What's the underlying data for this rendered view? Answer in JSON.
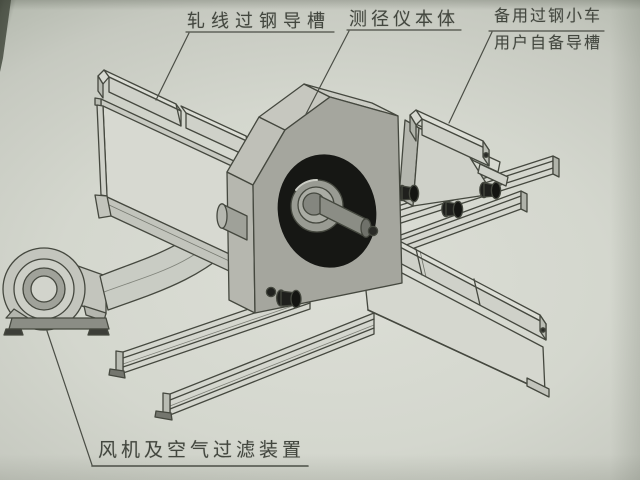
{
  "figure_labels": {
    "rolling_line_guide": "轧线过钢导槽",
    "gauge_body": "测径仪本体",
    "spare_trolley_line1": "备用过钢小车",
    "spare_trolley_line2": "用户自备导槽",
    "fan_filter": "风机及空气过滤装置"
  },
  "colors": {
    "paper": "#d4d7ce",
    "paper_edge": "#aab0a4",
    "corner_shadow": "#343a30",
    "ink": "#45483f",
    "label_text": "#43473f",
    "body_front": "#a5a69e",
    "body_side": "#b6b7af",
    "body_top": "#cbccc4",
    "face_light": "#d7d9d1",
    "face_mid": "#c8cac2",
    "hole_black": "#161714",
    "wheel_dark": "#1f201d",
    "hub_gray": "#999b93"
  },
  "parts": [
    "fan-and-filter-unit",
    "flex-hose",
    "gauge-main-body",
    "measuring-aperture",
    "rolling-line-guide-beam",
    "exit-guide-beam",
    "spare-trolley",
    "trolley-guide-channel",
    "floor-rails"
  ]
}
